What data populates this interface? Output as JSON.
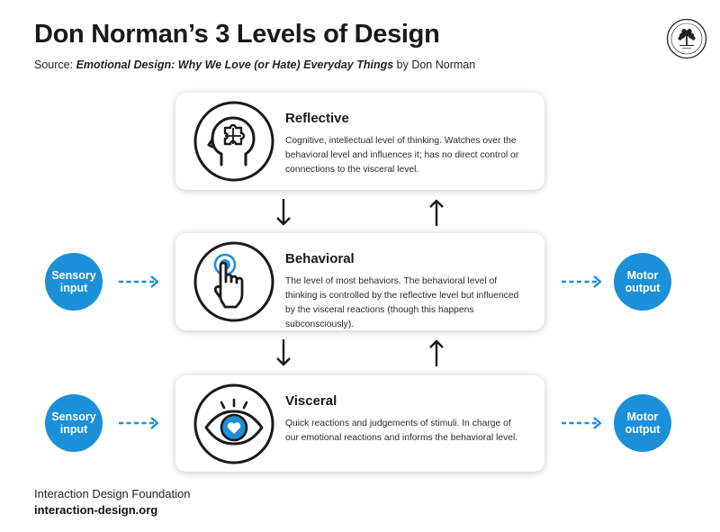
{
  "header": {
    "title": "Don Norman’s 3 Levels of Design",
    "source_prefix": "Source: ",
    "source_book": "Emotional Design: Why We Love (or Hate) Everyday Things",
    "source_suffix": " by Don Norman"
  },
  "levels": [
    {
      "name": "Reflective",
      "description": "Cognitive, intellectual level of thinking. Watches over the behavioral level and influences it; has no direct control or connections to the visceral level.",
      "icon": "head-puzzle-icon"
    },
    {
      "name": "Behavioral",
      "description": "The level of most behaviors. The behavioral level of thinking is controlled by the reflective level but influenced by the visceral reactions (though this happens subconsciously).",
      "icon": "hand-pointer-icon"
    },
    {
      "name": "Visceral",
      "description": "Quick reactions and judgements of stimuli. In charge of our emotional reactions and informs the behavioral level.",
      "icon": "eye-heart-icon"
    }
  ],
  "io": {
    "input_label": "Sensory input",
    "output_label": "Motor output"
  },
  "colors": {
    "accent": "#1b90d8",
    "text": "#1c1c1c"
  },
  "footer": {
    "org": "Interaction Design Foundation",
    "url": "interaction-design.org"
  }
}
